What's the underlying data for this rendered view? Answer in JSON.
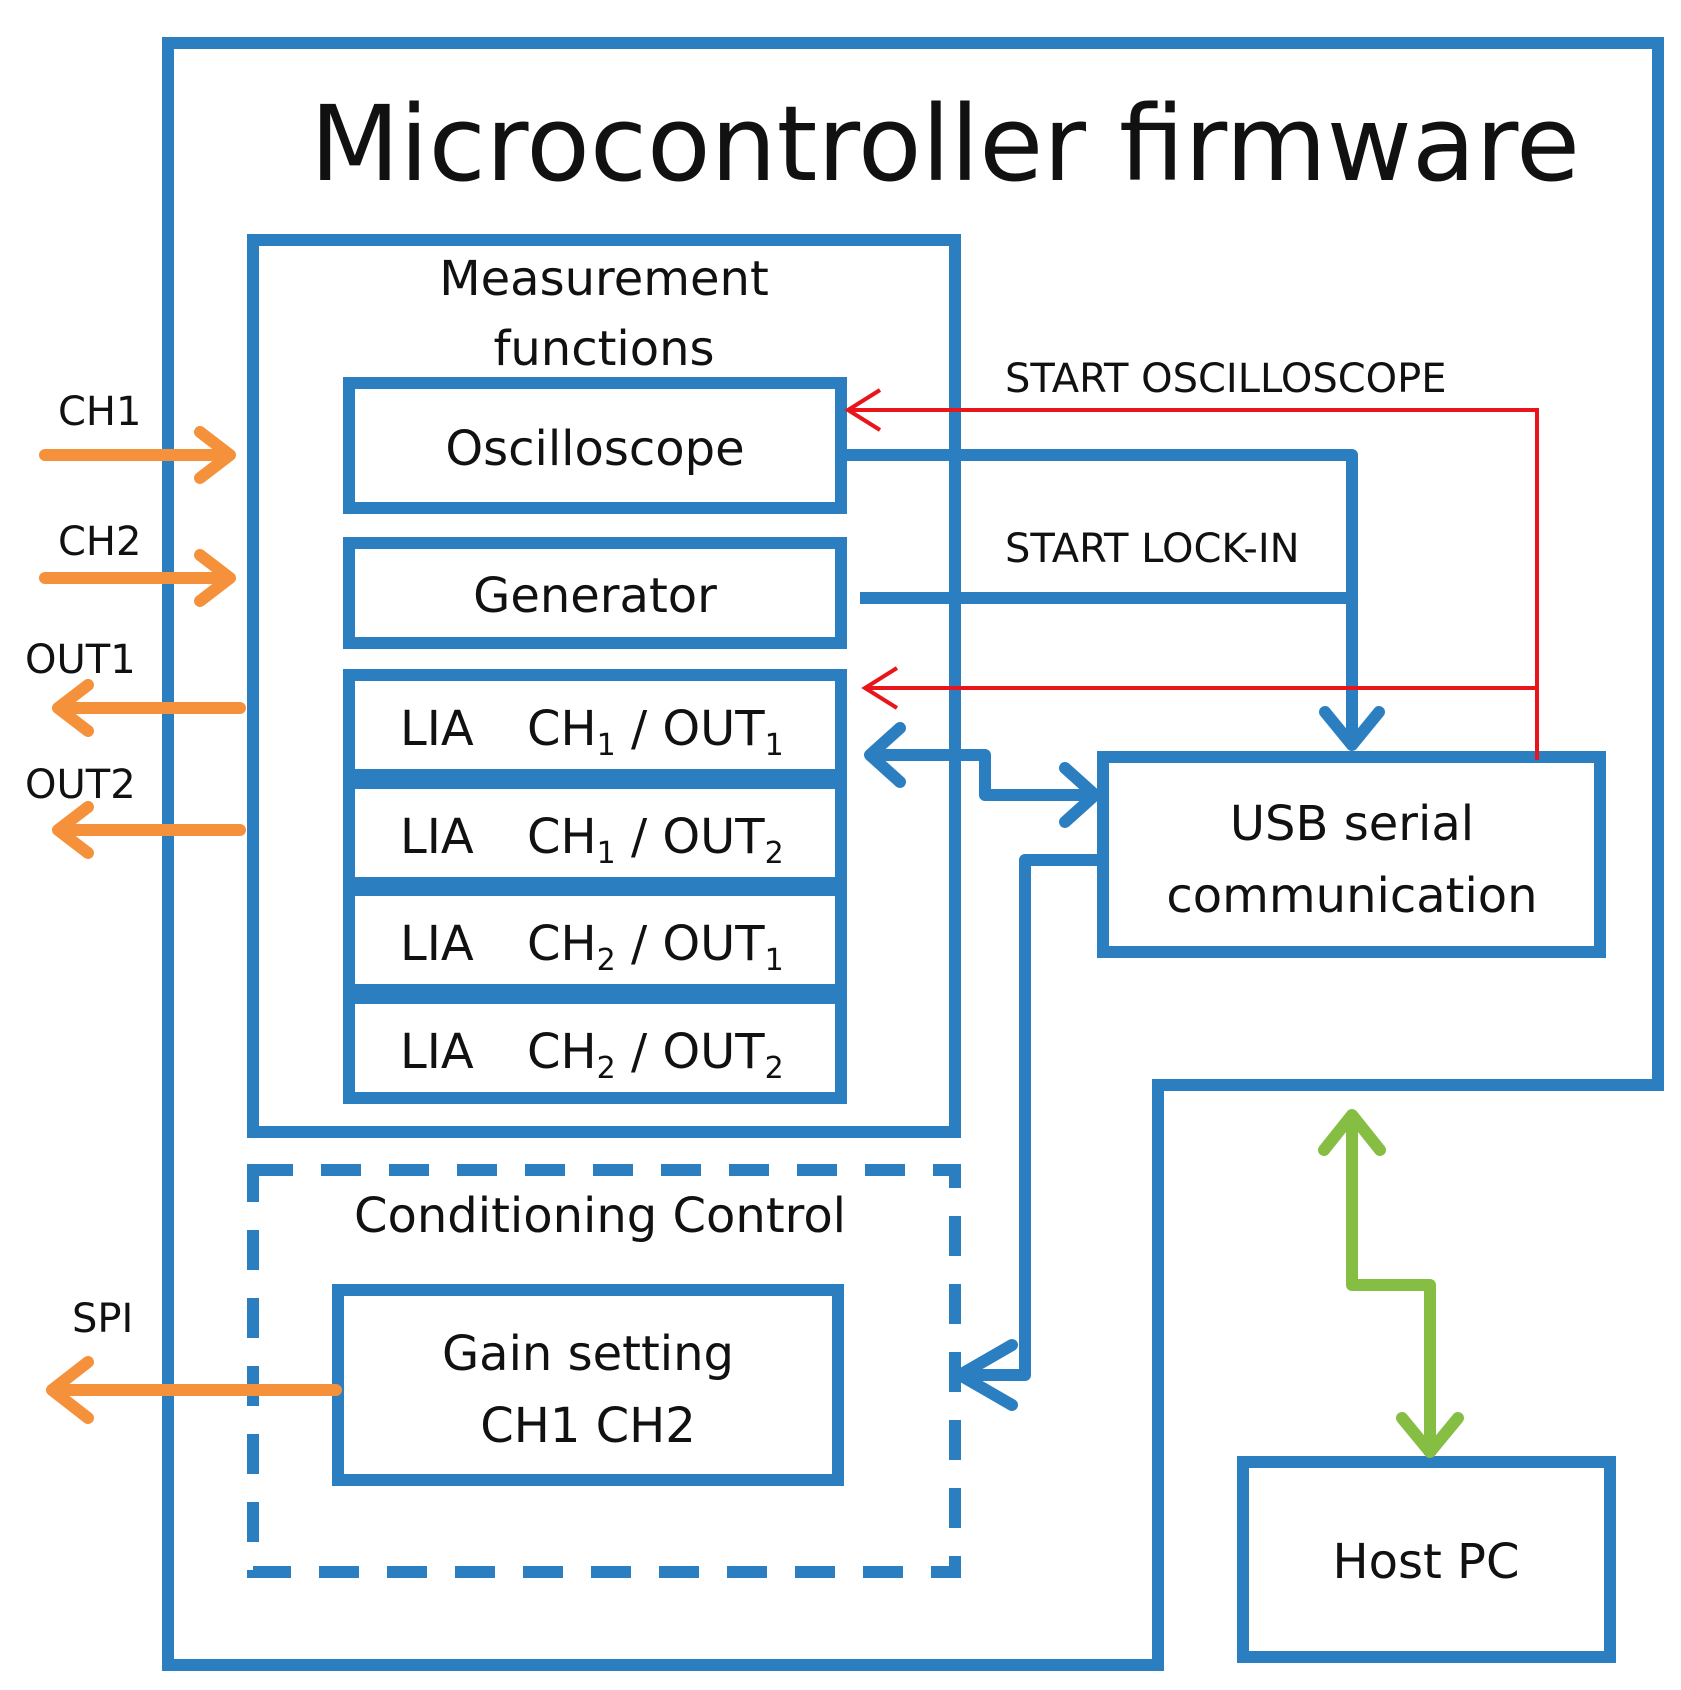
{
  "title": "Microcontroller firmware",
  "measurement_functions": {
    "title_line1": "Measurement",
    "title_line2": "functions",
    "oscilloscope": "Oscilloscope",
    "generator": "Generator",
    "lia_prefix": "LIA",
    "lia_rows": [
      {
        "ch": "CH",
        "ch_sub": "1",
        "sep": " / ",
        "out": "OUT",
        "out_sub": "1"
      },
      {
        "ch": "CH",
        "ch_sub": "1",
        "sep": " / ",
        "out": "OUT",
        "out_sub": "2"
      },
      {
        "ch": "CH",
        "ch_sub": "2",
        "sep": " / ",
        "out": "OUT",
        "out_sub": "1"
      },
      {
        "ch": "CH",
        "ch_sub": "2",
        "sep": " / ",
        "out": "OUT",
        "out_sub": "2"
      }
    ]
  },
  "conditioning_control": {
    "title": "Conditioning Control",
    "gain_line1": "Gain setting",
    "gain_line2": "CH1  CH2"
  },
  "usb": {
    "line1": "USB serial",
    "line2": "communication"
  },
  "host_pc": "Host PC",
  "io_labels": {
    "ch1": "CH1",
    "ch2": "CH2",
    "out1": "OUT1",
    "out2": "OUT2",
    "spi": "SPI"
  },
  "commands": {
    "start_oscilloscope": "START OSCILLOSCOPE",
    "start_lockin": "START LOCK-IN"
  },
  "colors": {
    "blue": "#2b7fc0",
    "orange": "#f5913b",
    "red": "#e8151b",
    "green": "#86be44"
  }
}
